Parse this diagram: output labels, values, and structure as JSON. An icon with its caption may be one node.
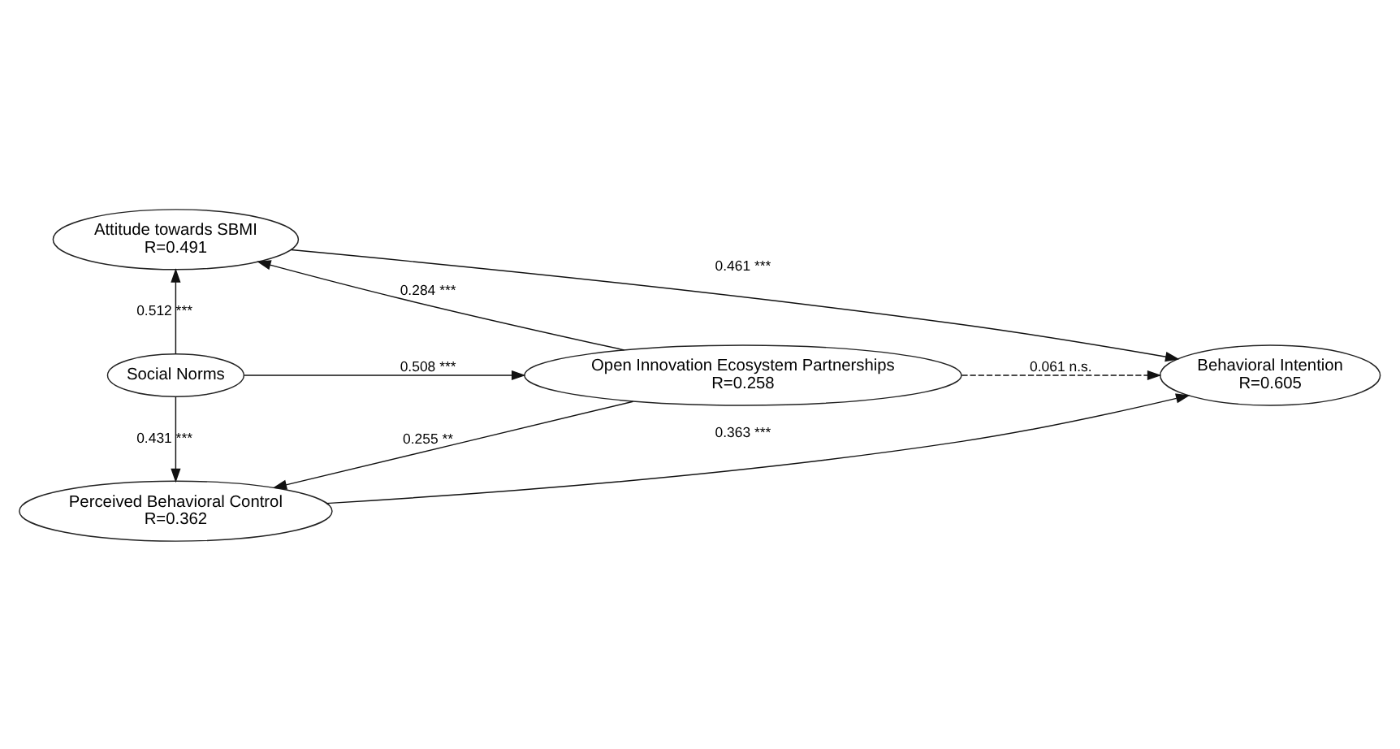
{
  "diagram": {
    "nodes": [
      {
        "text": [
          "Attitude towards SBMI",
          "R=0.491"
        ]
      },
      {
        "text": [
          "Social Norms"
        ]
      },
      {
        "text": [
          "Open Innovation Ecosystem Partnerships",
          "R=0.258"
        ]
      },
      {
        "text": [
          "Behavioral Intention",
          "R=0.605"
        ]
      },
      {
        "text": [
          "Perceived Behavioral Control",
          "R=0.362"
        ]
      }
    ],
    "edges": [
      {
        "from": 1,
        "to": 0,
        "arrow": "to",
        "label": "0.512 ***"
      },
      {
        "from": 2,
        "to": 0,
        "arrow": "to",
        "label": "0.284 ***"
      },
      {
        "from": 0,
        "to": 3,
        "arrow": "to",
        "label": "0.461 ***"
      },
      {
        "from": 1,
        "to": 2,
        "arrow": "to",
        "label": "0.508 ***"
      },
      {
        "from": 2,
        "to": 3,
        "arrow": "to",
        "label": "0.061 n.s.",
        "style": "dashed"
      },
      {
        "from": 1,
        "to": 4,
        "arrow": "to",
        "label": "0.431 ***"
      },
      {
        "from": 2,
        "to": 4,
        "arrow": "to",
        "label": "0.255 **"
      },
      {
        "from": 4,
        "to": 3,
        "arrow": "to",
        "label": "0.363 ***"
      }
    ]
  }
}
